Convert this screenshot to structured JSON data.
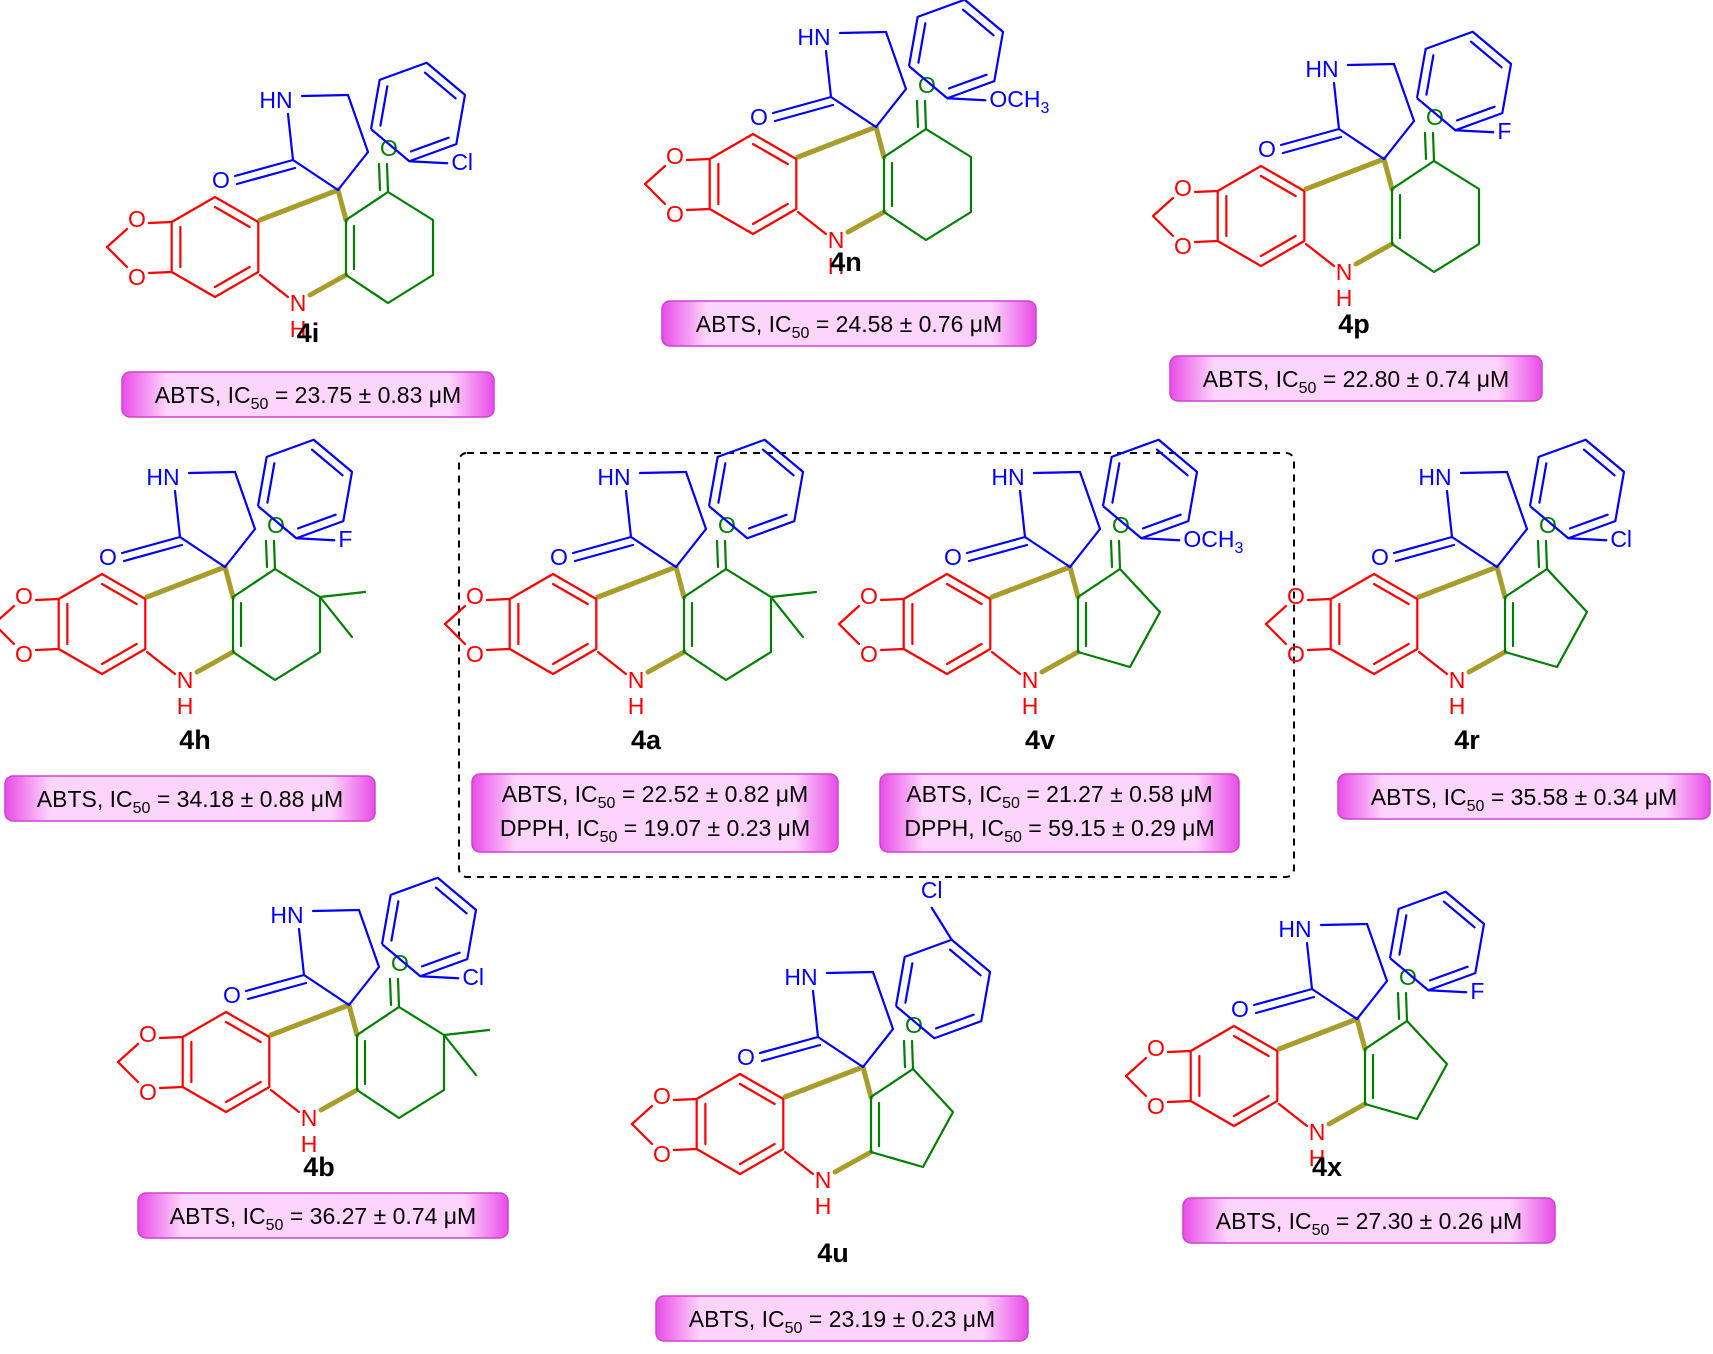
{
  "colors": {
    "isatin": "#0000ff",
    "benzodioxole": "#ff0000",
    "ketone": "#008000",
    "highlight": "#a89c2a",
    "box_fill_light": "#fdd4fb",
    "box_fill_dark": "#e84ce8",
    "frame": "#000000"
  },
  "structures": [
    {
      "id": "4i",
      "label": "4i",
      "substituent": "Cl",
      "sub_pos": "C5",
      "ring": "cyclohexanone",
      "gem_dimethyl": false,
      "assays": [
        {
          "prefix": "ABTS, IC",
          "sub": "50",
          "value": " = 23.75 ± 0.83 μM"
        }
      ]
    },
    {
      "id": "4n",
      "label": "4n",
      "substituent": "OCH3",
      "sub_pos": "C5",
      "ring": "cyclohexanone",
      "gem_dimethyl": false,
      "assays": [
        {
          "prefix": "ABTS, IC",
          "sub": "50",
          "value": " = 24.58 ± 0.76 μM"
        }
      ]
    },
    {
      "id": "4p",
      "label": "4p",
      "substituent": "F",
      "sub_pos": "C5",
      "ring": "cyclohexanone",
      "gem_dimethyl": false,
      "assays": [
        {
          "prefix": "ABTS, IC",
          "sub": "50",
          "value": " = 22.80 ± 0.74 μM"
        }
      ]
    },
    {
      "id": "4h",
      "label": "4h",
      "substituent": "F",
      "sub_pos": "C5",
      "ring": "cyclohexanone",
      "gem_dimethyl": true,
      "assays": [
        {
          "prefix": "ABTS, IC",
          "sub": "50",
          "value": " = 34.18 ± 0.88 μM"
        }
      ]
    },
    {
      "id": "4a",
      "label": "4a",
      "substituent": "",
      "sub_pos": "",
      "ring": "cyclohexanone",
      "gem_dimethyl": true,
      "assays": [
        {
          "prefix": "ABTS, IC",
          "sub": "50",
          "value": " = 22.52 ± 0.82 μM"
        },
        {
          "prefix": "DPPH, IC",
          "sub": "50",
          "value": " = 19.07 ± 0.23 μM"
        }
      ]
    },
    {
      "id": "4v",
      "label": "4v",
      "substituent": "OCH3",
      "sub_pos": "C5",
      "ring": "cyclopentanone",
      "gem_dimethyl": false,
      "assays": [
        {
          "prefix": "ABTS, IC",
          "sub": "50",
          "value": " = 21.27 ± 0.58 μM"
        },
        {
          "prefix": "DPPH, IC",
          "sub": "50",
          "value": " = 59.15 ± 0.29 μM"
        }
      ]
    },
    {
      "id": "4r",
      "label": "4r",
      "substituent": "Cl",
      "sub_pos": "C5",
      "ring": "cyclopentanone",
      "gem_dimethyl": false,
      "assays": [
        {
          "prefix": "ABTS, IC",
          "sub": "50",
          "value": " = 35.58 ± 0.34 μM"
        }
      ]
    },
    {
      "id": "4b",
      "label": "4b",
      "substituent": "Cl",
      "sub_pos": "C5",
      "ring": "cyclohexanone",
      "gem_dimethyl": true,
      "assays": [
        {
          "prefix": "ABTS, IC",
          "sub": "50",
          "value": " = 36.27 ± 0.74 μM"
        }
      ]
    },
    {
      "id": "4u",
      "label": "4u",
      "substituent": "Cl",
      "sub_pos": "C7",
      "ring": "cyclopentanone",
      "gem_dimethyl": false,
      "assays": [
        {
          "prefix": "ABTS, IC",
          "sub": "50",
          "value": " = 23.19 ± 0.23 μM"
        }
      ]
    },
    {
      "id": "4x",
      "label": "4x",
      "substituent": "F",
      "sub_pos": "C5",
      "ring": "cyclopentanone",
      "gem_dimethyl": false,
      "assays": [
        {
          "prefix": "ABTS, IC",
          "sub": "50",
          "value": " = 27.30 ± 0.26 μM"
        }
      ]
    }
  ],
  "atom_labels": {
    "nh": "NH",
    "hn": "HN",
    "o": "O",
    "h": "H",
    "n": "N"
  }
}
